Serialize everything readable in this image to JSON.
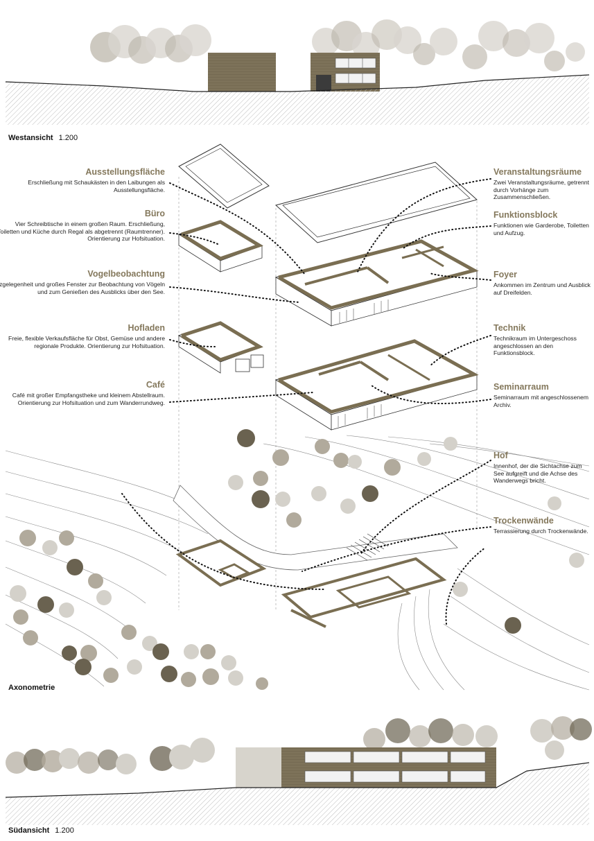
{
  "sections": {
    "west": {
      "title": "Westansicht",
      "scale": "1.200"
    },
    "axo": {
      "title": "Axonometrie"
    },
    "south": {
      "title": "Südansicht",
      "scale": "1.200"
    }
  },
  "annotations": {
    "left": [
      {
        "title": "Ausstellungsfläche",
        "desc": "Erschließung mit Schaukästen in den Laibungen als Ausstellungsfläche."
      },
      {
        "title": "Büro",
        "desc": "Vier Schreibtische in einem großen Raum. Erschließung, Toiletten und Küche durch Regal als abgetrennt (Raumtrenner). Orientierung zur Hofsituation."
      },
      {
        "title": "Vogelbeobachtung",
        "desc": "Sitzgelegenheit und großes Fenster zur Beobachtung von Vögeln und zum Genießen des Ausblicks über den See."
      },
      {
        "title": "Hofladen",
        "desc": "Freie, flexible Verkaufsfläche für Obst, Gemüse und andere regionale Produkte. Orientierung zur Hofsituation."
      },
      {
        "title": "Café",
        "desc": "Café mit großer Empfangstheke und kleinem Abstellraum. Orientierung zur Hofsituation und zum Wanderrundweg."
      }
    ],
    "right": [
      {
        "title": "Veranstaltungsräume",
        "desc": "Zwei Veranstaltungsräume, getrennt durch Vorhänge zum Zusammenschließen."
      },
      {
        "title": "Funktionsblock",
        "desc": "Funktionen wie Garderobe, Toiletten und Aufzug."
      },
      {
        "title": "Foyer",
        "desc": "Ankommen im Zentrum und Ausblick auf Dreifelden."
      },
      {
        "title": "Technik",
        "desc": "Technikraum im Untergeschoss angeschlossen an den Funktionsblock."
      },
      {
        "title": "Seminarraum",
        "desc": "Seminarraum mit angeschlossenem Archiv."
      },
      {
        "title": "Hof",
        "desc": "Innenhof, der die Sichtachse zum See aufgreift und die Achse des Wanderwegs bricht."
      },
      {
        "title": "Trockenwände",
        "desc": "Terrassierung durch Trockenwände."
      }
    ]
  },
  "colors": {
    "wall": "#7a6e52",
    "facade": "#7d7259",
    "tree_light": "#d4d1ca",
    "tree_mid": "#b1aa9c",
    "tree_dark": "#6a6250",
    "title_accent": "#84785c",
    "ground_hatch": "#bdbdbd"
  }
}
